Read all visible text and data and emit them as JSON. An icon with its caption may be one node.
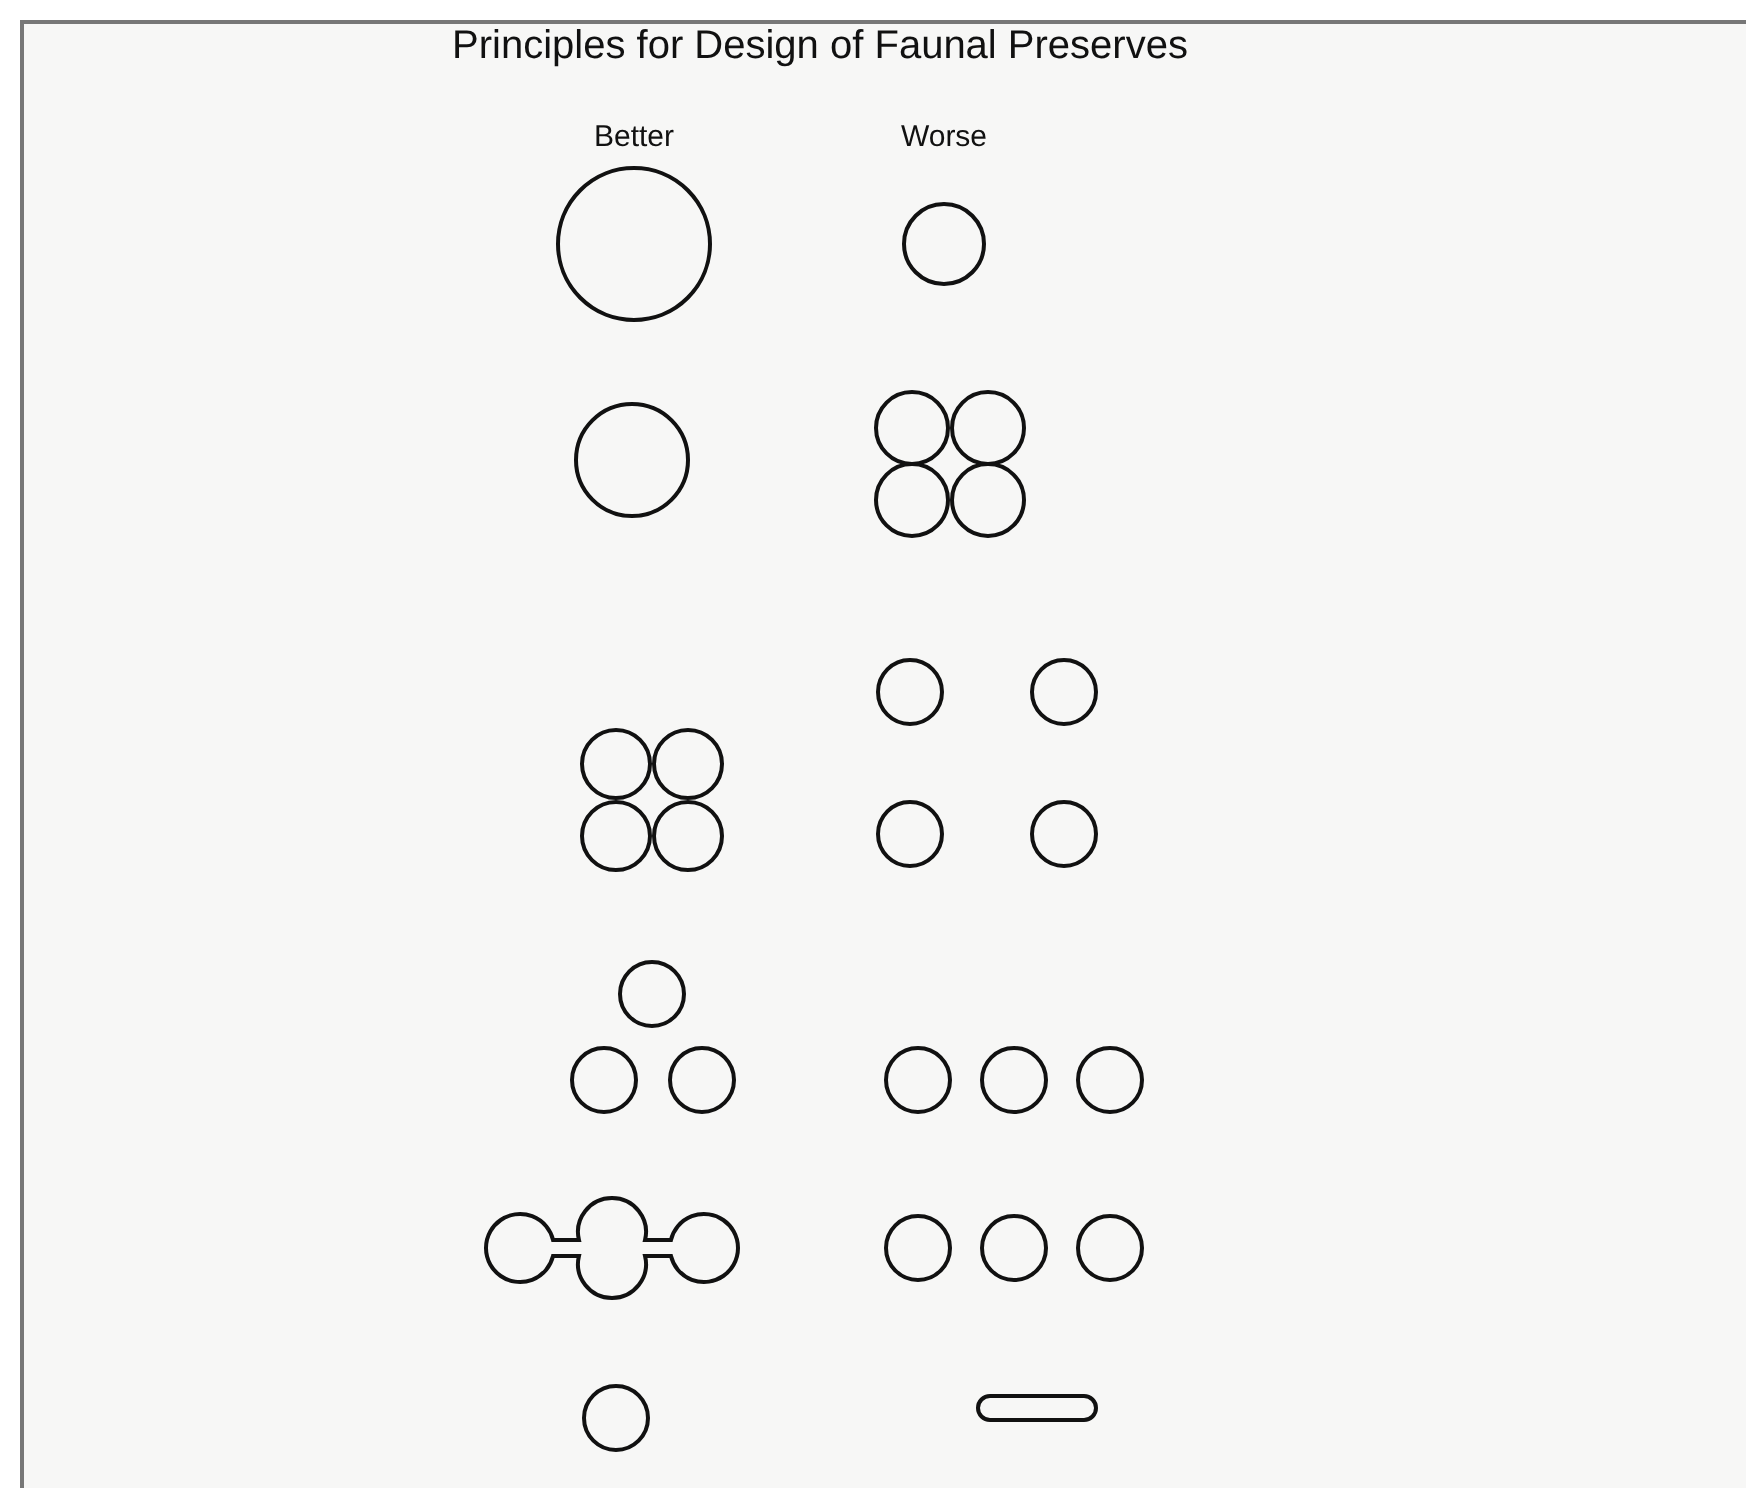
{
  "diagram": {
    "title": "Principles for Design of Faunal Preserves",
    "labels": [
      "Better",
      "Worse"
    ]
  }
}
